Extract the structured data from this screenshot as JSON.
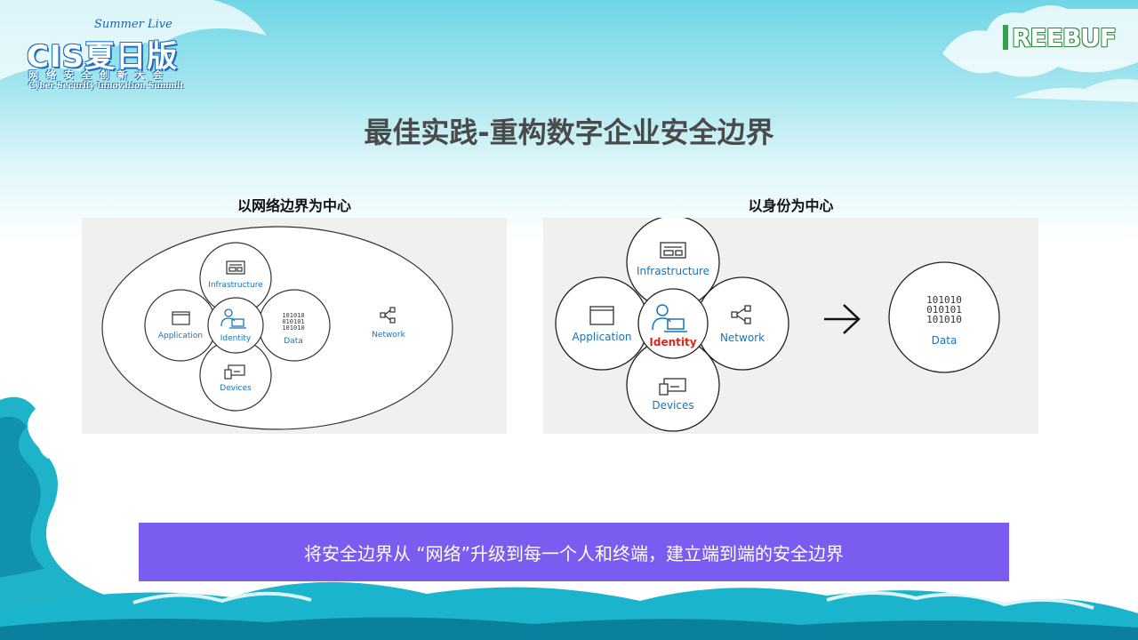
{
  "header": {
    "event_logo": {
      "tagline": "Summer Live",
      "main": "CIS夏日版",
      "cn_sub": "网络安全创新大会",
      "en_sub": "Cyber Security Innovation Summit"
    },
    "brand_logo": "REEBUF"
  },
  "slide": {
    "title": "最佳实践-重构数字企业安全边界"
  },
  "left_panel": {
    "heading": "以网络边界为中心",
    "nodes": {
      "infrastructure": "Infrastructure",
      "application": "Application",
      "identity": "Identity",
      "data": "Data",
      "devices": "Devices",
      "network": "Network"
    }
  },
  "right_panel": {
    "heading": "以身份为中心",
    "nodes": {
      "infrastructure": "Infrastructure",
      "application": "Application",
      "identity": "Identity",
      "network": "Network",
      "devices": "Devices",
      "data": "Data"
    }
  },
  "banner": {
    "text": "将安全边界从 “网络”升级到每一个人和终端，建立端到端的安全边界"
  },
  "colors": {
    "label_blue": "#1a73b8",
    "identity_red": "#d9261c",
    "banner": "#7b5cf0",
    "title": "#4a4a4a"
  }
}
